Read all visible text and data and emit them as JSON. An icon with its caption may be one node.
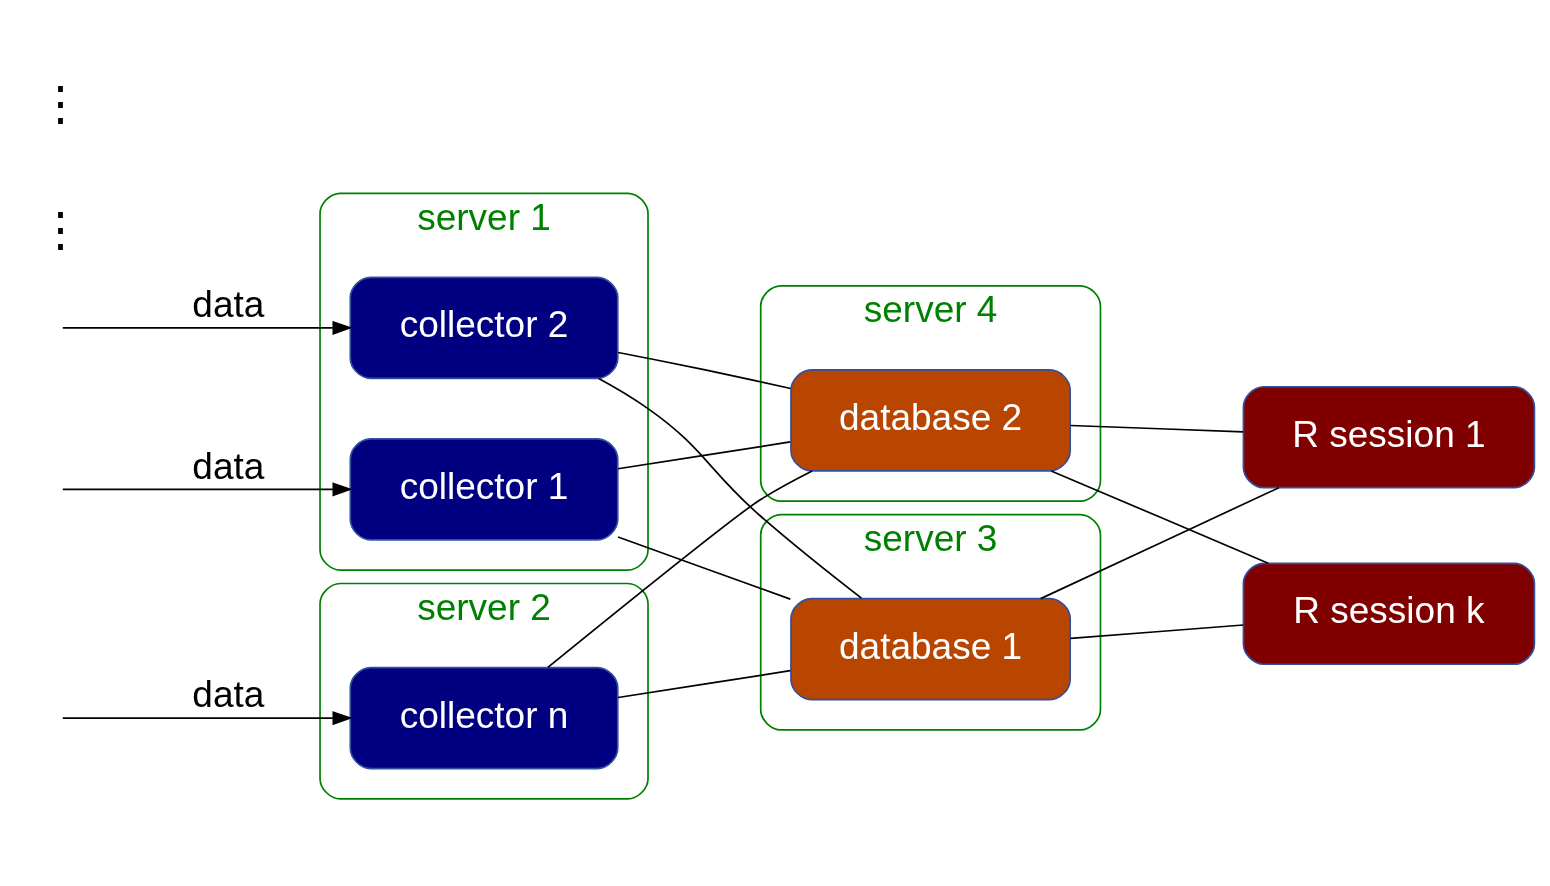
{
  "diagram": {
    "nodes": [
      {
        "text": [
          "server 1"
        ]
      },
      {
        "text": [
          "collector 1"
        ],
        "in": 0
      },
      {
        "text": [
          "collector 2"
        ],
        "in": 0
      },
      {
        "text": [
          "server 2"
        ]
      },
      {
        "text": [
          "collector n"
        ],
        "in": 3
      },
      {
        "text": [
          "server 3"
        ]
      },
      {
        "text": [
          "database 1"
        ],
        "in": 5
      },
      {
        "text": [
          "server 4"
        ]
      },
      {
        "text": [
          "database 2"
        ],
        "in": 7
      },
      {
        "text": [
          "R session 1"
        ]
      },
      {
        "text": [
          "R session k"
        ]
      }
    ],
    "edges": [
      {
        "from": null,
        "to": 1,
        "arrow": "to",
        "label": "data"
      },
      {
        "from": null,
        "to": 2,
        "arrow": "to",
        "label": "data"
      },
      {
        "from": null,
        "to": 4,
        "arrow": "to",
        "label": "data"
      },
      {
        "from": 1,
        "to": 6,
        "arrow": "none"
      },
      {
        "from": 1,
        "to": 8,
        "arrow": "none"
      },
      {
        "from": 2,
        "to": 6,
        "arrow": "none"
      },
      {
        "from": 2,
        "to": 8,
        "arrow": "none"
      },
      {
        "from": 4,
        "to": 6,
        "arrow": "none"
      },
      {
        "from": 4,
        "to": 8,
        "arrow": "none"
      },
      {
        "from": 6,
        "to": 9,
        "arrow": "none"
      },
      {
        "from": 6,
        "to": 10,
        "arrow": "none"
      },
      {
        "from": 8,
        "to": 9,
        "arrow": "none"
      },
      {
        "from": 8,
        "to": 10,
        "arrow": "none"
      }
    ],
    "labels": [
      "⋮",
      "⋮"
    ]
  }
}
